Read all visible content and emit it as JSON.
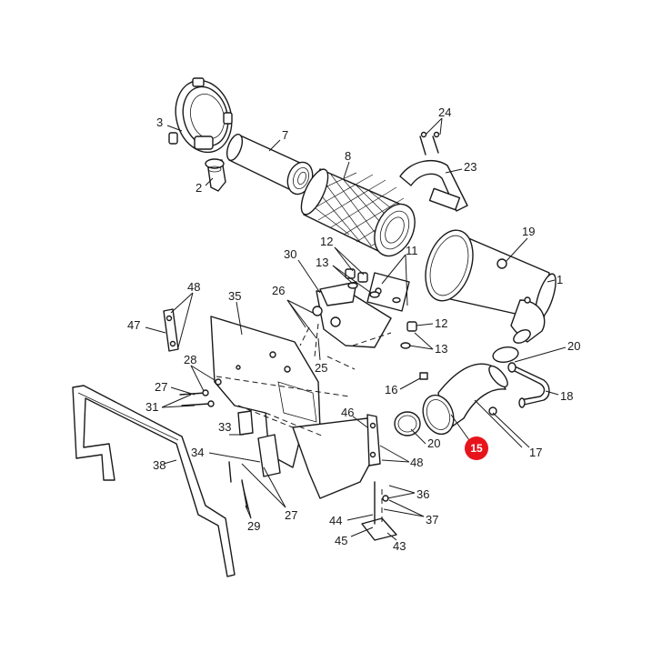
{
  "highlight": {
    "part": "15",
    "color": "#e8141c"
  },
  "callouts": [
    {
      "id": "3",
      "label": "3"
    },
    {
      "id": "2",
      "label": "2"
    },
    {
      "id": "7",
      "label": "7"
    },
    {
      "id": "8",
      "label": "8"
    },
    {
      "id": "24",
      "label": "24"
    },
    {
      "id": "23",
      "label": "23"
    },
    {
      "id": "19",
      "label": "19"
    },
    {
      "id": "1",
      "label": "1"
    },
    {
      "id": "30",
      "label": "30"
    },
    {
      "id": "12a",
      "label": "12"
    },
    {
      "id": "13a",
      "label": "13"
    },
    {
      "id": "11",
      "label": "11"
    },
    {
      "id": "12b",
      "label": "12"
    },
    {
      "id": "13b",
      "label": "13"
    },
    {
      "id": "26",
      "label": "26"
    },
    {
      "id": "25",
      "label": "25"
    },
    {
      "id": "48a",
      "label": "48"
    },
    {
      "id": "47",
      "label": "47"
    },
    {
      "id": "35",
      "label": "35"
    },
    {
      "id": "28",
      "label": "28"
    },
    {
      "id": "27a",
      "label": "27"
    },
    {
      "id": "31",
      "label": "31"
    },
    {
      "id": "20a",
      "label": "20"
    },
    {
      "id": "16",
      "label": "16"
    },
    {
      "id": "18",
      "label": "18"
    },
    {
      "id": "46",
      "label": "46"
    },
    {
      "id": "20b",
      "label": "20"
    },
    {
      "id": "15",
      "label": "15"
    },
    {
      "id": "17",
      "label": "17"
    },
    {
      "id": "48b",
      "label": "48"
    },
    {
      "id": "33",
      "label": "33"
    },
    {
      "id": "34",
      "label": "34"
    },
    {
      "id": "38",
      "label": "38"
    },
    {
      "id": "27b",
      "label": "27"
    },
    {
      "id": "29",
      "label": "29"
    },
    {
      "id": "36",
      "label": "36"
    },
    {
      "id": "37",
      "label": "37"
    },
    {
      "id": "44",
      "label": "44"
    },
    {
      "id": "45",
      "label": "45"
    },
    {
      "id": "43",
      "label": "43"
    }
  ]
}
